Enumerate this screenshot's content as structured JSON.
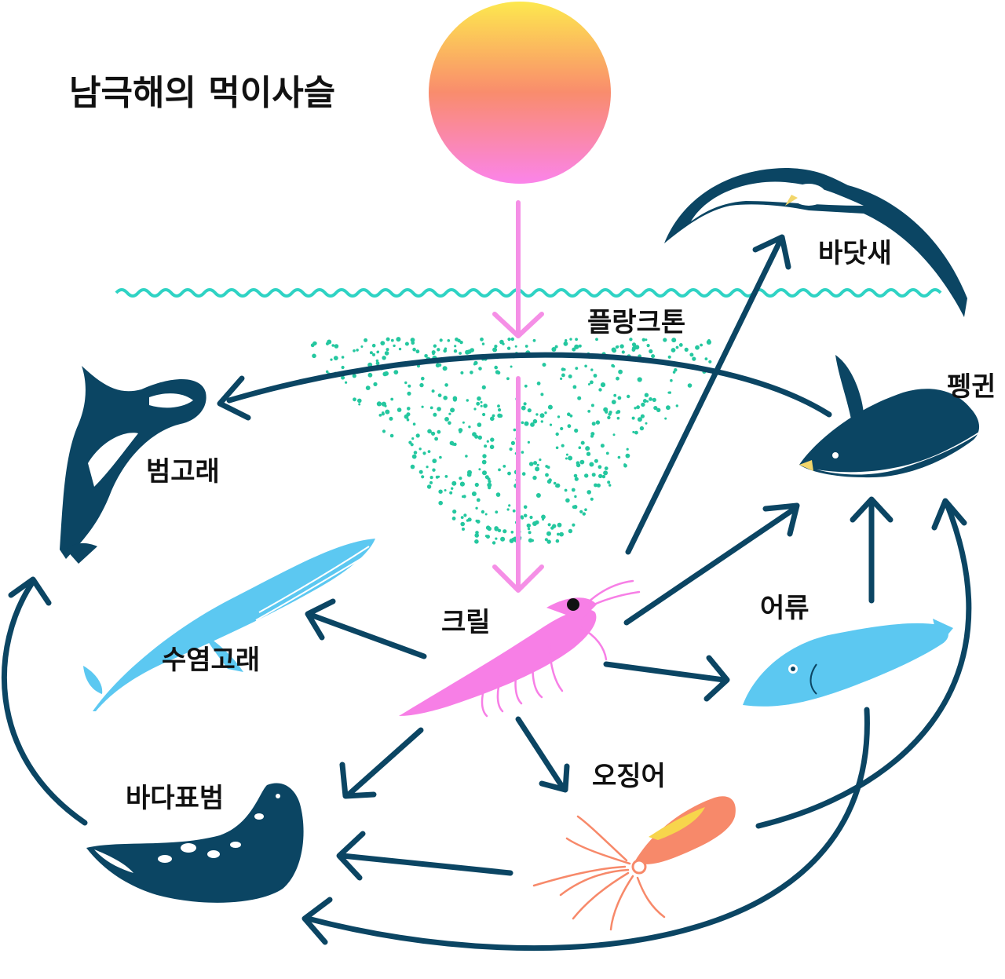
{
  "title": "남극해의 먹이사슬",
  "colors": {
    "arrow": "#0b4563",
    "sun_top": "#fde84e",
    "sun_mid": "#f98c6d",
    "sun_bottom": "#fb84ea",
    "energy_arrow": "#f58fe6",
    "water_line": "#2fd3c4",
    "plankton": "#24c79f",
    "blue_whale": "#5cc8f1",
    "krill": "#f77fe6",
    "squid": "#f7896a",
    "fish": "#5cc8f1"
  },
  "labels": {
    "plankton": "플랑크톤",
    "krill": "크릴",
    "seabird": "바닷새",
    "penguin": "펭귄",
    "orca": "범고래",
    "blue_whale": "수염고래",
    "fish": "어류",
    "squid": "오징어",
    "leopard_seal": "바다표범"
  }
}
